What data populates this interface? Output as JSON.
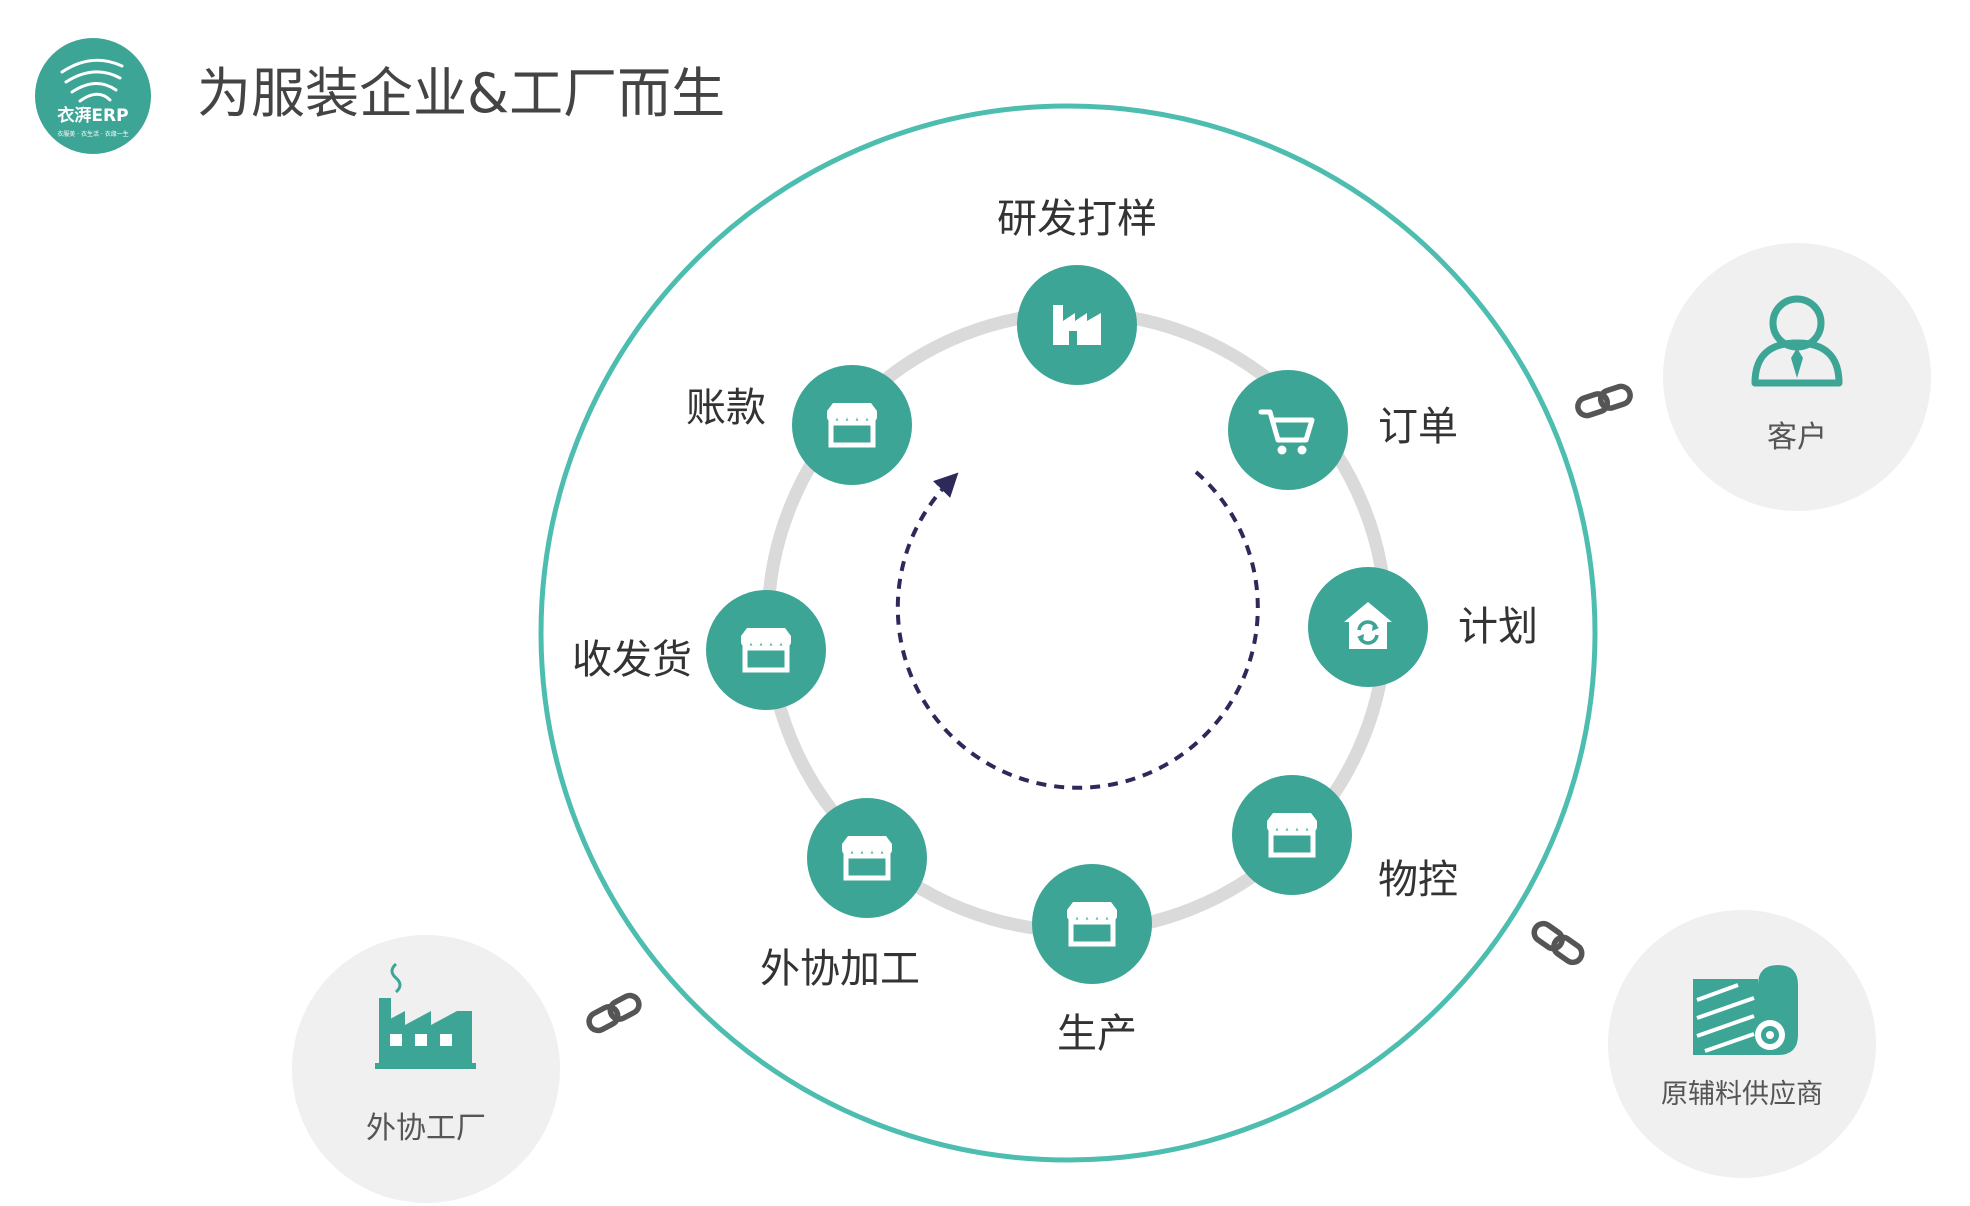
{
  "page_title": "为服装企业&工厂而生",
  "logo": {
    "text": "衣湃ERP",
    "tagline": "衣服美 · 衣生活 · 衣缘一生"
  },
  "colors": {
    "teal": "#3da596",
    "ring_outer": "#4dbdb0",
    "ring_inner": "#dadada",
    "title": "#444444",
    "label": "#333333",
    "partner_bg": "#f0f0f0",
    "arrow": "#2d2a5a",
    "link_icon": "#555555"
  },
  "cycle_nodes": [
    {
      "id": "rd",
      "label": "研发打样",
      "icon": "factory-icon"
    },
    {
      "id": "order",
      "label": "订单",
      "icon": "cart-icon"
    },
    {
      "id": "plan",
      "label": "计划",
      "icon": "home-refresh-icon"
    },
    {
      "id": "material",
      "label": "物控",
      "icon": "store-icon"
    },
    {
      "id": "production",
      "label": "生产",
      "icon": "store-icon"
    },
    {
      "id": "outsourcing",
      "label": "外协加工",
      "icon": "store-icon"
    },
    {
      "id": "shipping",
      "label": "收发货",
      "icon": "store-icon"
    },
    {
      "id": "accounts",
      "label": "账款",
      "icon": "store-icon"
    }
  ],
  "partners": {
    "customer": {
      "label": "客户",
      "icon": "person-tie-icon"
    },
    "supplier": {
      "label": "原辅料供应商",
      "icon": "fabric-roll-icon"
    },
    "factory": {
      "label": "外协工厂",
      "icon": "factory-smoke-icon"
    }
  },
  "connector_icon": "chain-link-icon"
}
